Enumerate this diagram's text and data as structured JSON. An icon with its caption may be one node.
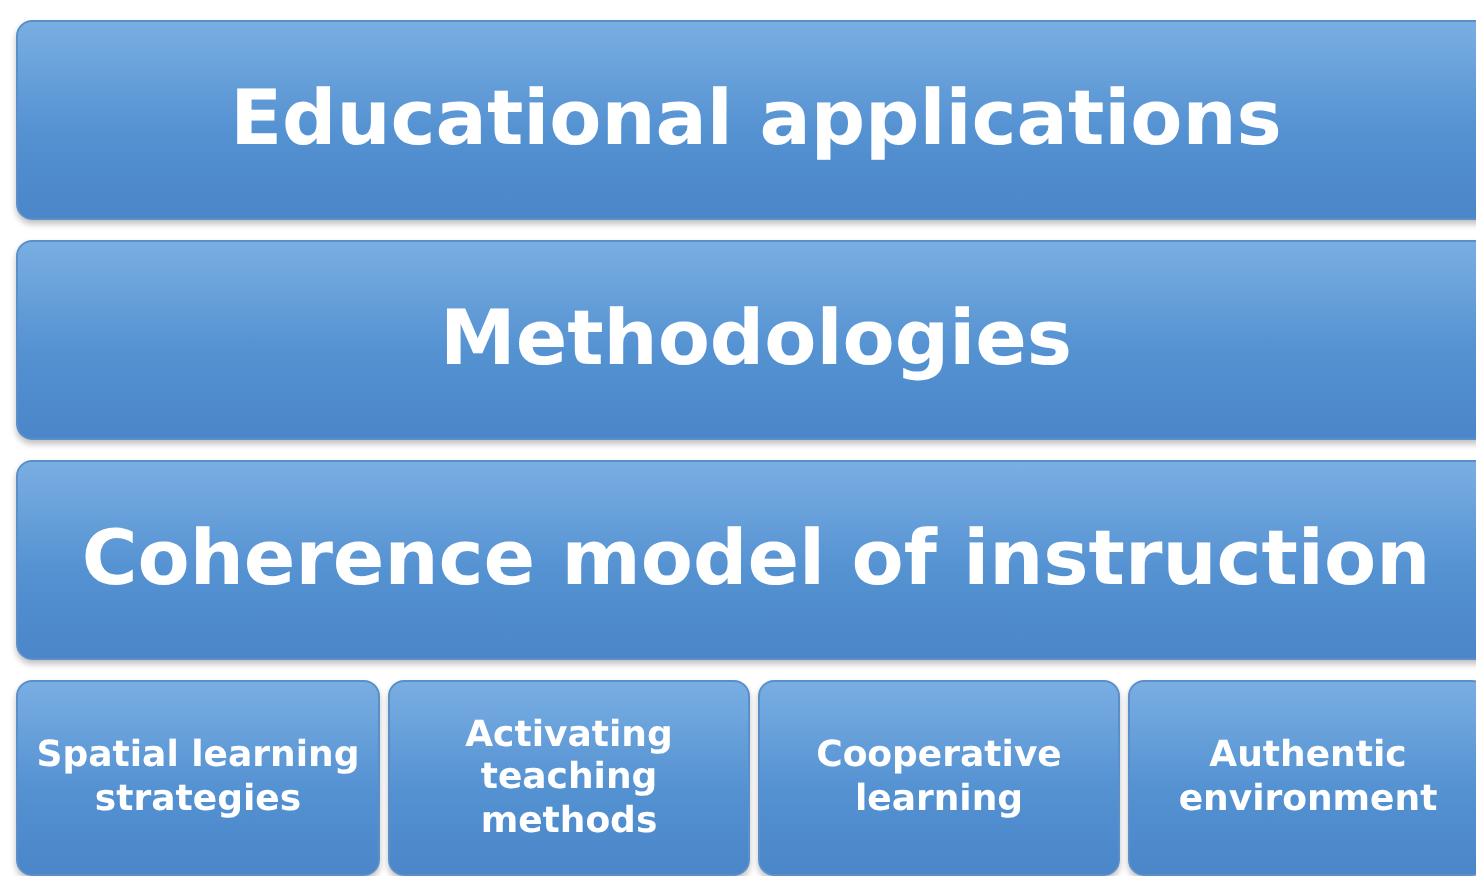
{
  "diagram": {
    "nodes": [
      {
        "text": [
          "Educational applications"
        ]
      },
      {
        "text": [
          "Methodologies"
        ]
      },
      {
        "text": [
          "Coherence model of instruction"
        ]
      },
      {
        "text": [
          "Spatial learning strategies"
        ]
      },
      {
        "text": [
          "Activating teaching methods"
        ]
      },
      {
        "text": [
          "Cooperative learning"
        ]
      },
      {
        "text": [
          "Authentic environment"
        ]
      }
    ]
  }
}
